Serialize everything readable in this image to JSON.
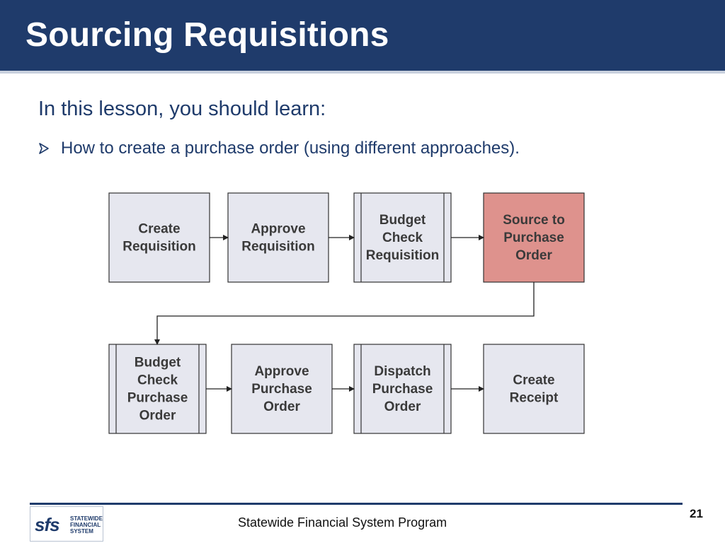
{
  "slide": {
    "title": "Sourcing Requisitions",
    "intro": "In this lesson, you should learn:",
    "bullets": [
      "How to create a purchase order (using different approaches)."
    ],
    "footer": "Statewide Financial System Program",
    "page_number": "21"
  },
  "logo": {
    "letters": "sfs",
    "lines": [
      "STATEWIDE",
      "FINANCIAL",
      "SYSTEM"
    ]
  },
  "colors": {
    "title_bar": "#1f3b6b",
    "box_fill": "#e6e7ef",
    "highlight_fill": "#de928d",
    "text_blue": "#1f3b6b"
  },
  "flow": {
    "steps": [
      {
        "lines": [
          "Create",
          "Requisition"
        ],
        "highlight": false,
        "double_border": false
      },
      {
        "lines": [
          "Approve",
          "Requisition"
        ],
        "highlight": false,
        "double_border": false
      },
      {
        "lines": [
          "Budget",
          "Check",
          "Requisition"
        ],
        "highlight": false,
        "double_border": true
      },
      {
        "lines": [
          "Source to",
          "Purchase",
          "Order"
        ],
        "highlight": true,
        "double_border": false
      },
      {
        "lines": [
          "Budget",
          "Check",
          "Purchase",
          "Order"
        ],
        "highlight": false,
        "double_border": true
      },
      {
        "lines": [
          "Approve",
          "Purchase",
          "Order"
        ],
        "highlight": false,
        "double_border": false
      },
      {
        "lines": [
          "Dispatch",
          "Purchase",
          "Order"
        ],
        "highlight": false,
        "double_border": true
      },
      {
        "lines": [
          "Create",
          "Receipt"
        ],
        "highlight": false,
        "double_border": false
      }
    ]
  }
}
